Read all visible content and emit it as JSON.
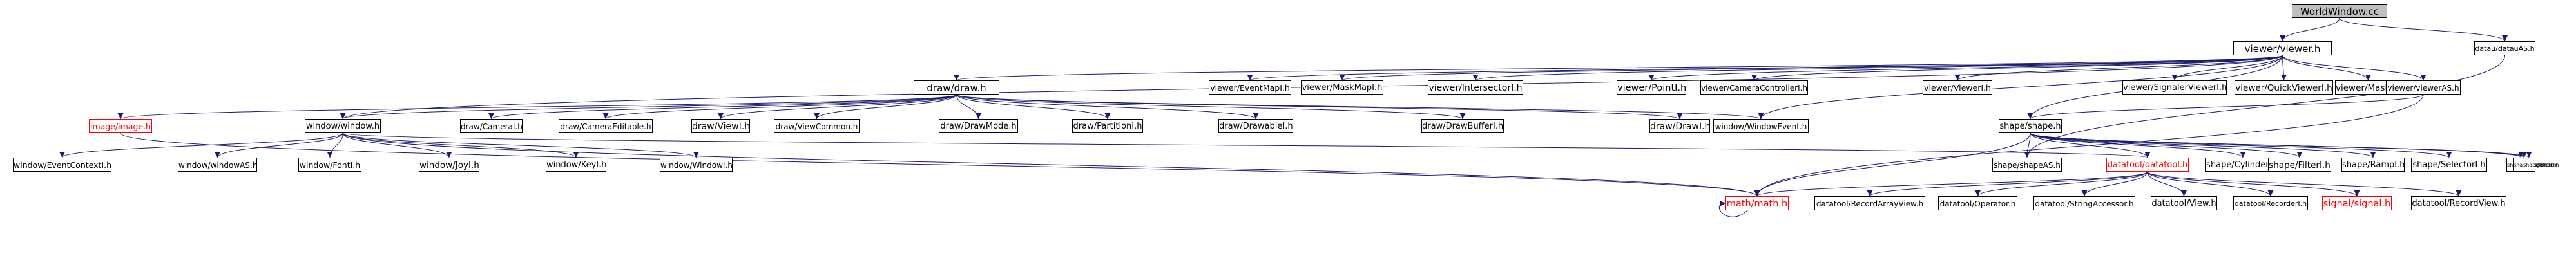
{
  "graph": {
    "nodes": [
      {
        "id": "root",
        "label": "WorldWindow.cc",
        "kind": "root"
      },
      {
        "id": "viewer",
        "label": "viewer/viewer.h",
        "kind": "normal"
      },
      {
        "id": "datauAS",
        "label": "datau/datauAS.h",
        "kind": "normal"
      },
      {
        "id": "draw",
        "label": "draw/draw.h",
        "kind": "normal"
      },
      {
        "id": "eventmap",
        "label": "viewer/EventMapI.h",
        "kind": "normal"
      },
      {
        "id": "maskmap",
        "label": "viewer/MaskMapI.h",
        "kind": "normal"
      },
      {
        "id": "intersector",
        "label": "viewer/IntersectorI.h",
        "kind": "normal"
      },
      {
        "id": "point",
        "label": "viewer/PointI.h",
        "kind": "normal"
      },
      {
        "id": "camctl",
        "label": "viewer/CameraControllerI.h",
        "kind": "normal"
      },
      {
        "id": "viewerI",
        "label": "viewer/ViewerI.h",
        "kind": "normal"
      },
      {
        "id": "sigviewer",
        "label": "viewer/SignalerViewerI.h",
        "kind": "normal"
      },
      {
        "id": "quickviewer",
        "label": "viewer/QuickViewerI.h",
        "kind": "normal"
      },
      {
        "id": "mask",
        "label": "viewer/MaskI.h",
        "kind": "normal"
      },
      {
        "id": "viewerAS",
        "label": "viewer/viewerAS.h",
        "kind": "normal"
      },
      {
        "id": "image",
        "label": "image/image.h",
        "kind": "missing"
      },
      {
        "id": "window",
        "label": "window/window.h",
        "kind": "normal"
      },
      {
        "id": "camera",
        "label": "draw/CameraI.h",
        "kind": "normal"
      },
      {
        "id": "cameditable",
        "label": "draw/CameraEditable.h",
        "kind": "normal"
      },
      {
        "id": "view",
        "label": "draw/ViewI.h",
        "kind": "normal"
      },
      {
        "id": "viewcommon",
        "label": "draw/ViewCommon.h",
        "kind": "normal"
      },
      {
        "id": "drawmode",
        "label": "draw/DrawMode.h",
        "kind": "normal"
      },
      {
        "id": "partition",
        "label": "draw/PartitionI.h",
        "kind": "normal"
      },
      {
        "id": "drawable",
        "label": "draw/DrawableI.h",
        "kind": "normal"
      },
      {
        "id": "drawbuffer",
        "label": "draw/DrawBufferI.h",
        "kind": "normal"
      },
      {
        "id": "drawI",
        "label": "draw/DrawI.h",
        "kind": "normal"
      },
      {
        "id": "windowevent",
        "label": "window/WindowEvent.h",
        "kind": "normal"
      },
      {
        "id": "shape",
        "label": "shape/shape.h",
        "kind": "normal"
      },
      {
        "id": "evtctx",
        "label": "window/EventContextI.h",
        "kind": "normal"
      },
      {
        "id": "windowAS",
        "label": "window/windowAS.h",
        "kind": "normal"
      },
      {
        "id": "font",
        "label": "window/FontI.h",
        "kind": "normal"
      },
      {
        "id": "joy",
        "label": "window/JoyI.h",
        "kind": "normal"
      },
      {
        "id": "key",
        "label": "window/KeyI.h",
        "kind": "normal"
      },
      {
        "id": "windowI",
        "label": "window/WindowI.h",
        "kind": "normal"
      },
      {
        "id": "shapeAS",
        "label": "shape/shapeAS.h",
        "kind": "normal"
      },
      {
        "id": "datatool",
        "label": "datatool/datatool.h",
        "kind": "missing"
      },
      {
        "id": "cylinder",
        "label": "shape/CylinderI.h",
        "kind": "normal"
      },
      {
        "id": "filter",
        "label": "shape/FilterI.h",
        "kind": "normal"
      },
      {
        "id": "ramp",
        "label": "shape/RampI.h",
        "kind": "normal"
      },
      {
        "id": "selector",
        "label": "shape/SelectorI.h",
        "kind": "normal"
      },
      {
        "id": "strfilter",
        "label": "shape/StringFilterI.h",
        "kind": "normal"
      },
      {
        "id": "sphere",
        "label": "shape/Sphere.h",
        "kind": "normal"
      },
      {
        "id": "disk",
        "label": "shape/Disk.h",
        "kind": "normal"
      },
      {
        "id": "math",
        "label": "math/math.h",
        "kind": "missing"
      },
      {
        "id": "recarrview",
        "label": "datatool/RecordArrayView.h",
        "kind": "normal"
      },
      {
        "id": "operator",
        "label": "datatool/Operator.h",
        "kind": "normal"
      },
      {
        "id": "stracc",
        "label": "datatool/StringAccessor.h",
        "kind": "normal"
      },
      {
        "id": "dtview",
        "label": "datatool/View.h",
        "kind": "normal"
      },
      {
        "id": "recorder",
        "label": "datatool/RecorderI.h",
        "kind": "normal"
      },
      {
        "id": "signal",
        "label": "signal/signal.h",
        "kind": "missing"
      },
      {
        "id": "recview",
        "label": "datatool/RecordView.h",
        "kind": "normal"
      }
    ],
    "edges": [
      [
        "root",
        "viewer"
      ],
      [
        "root",
        "datauAS"
      ],
      [
        "viewer",
        "draw"
      ],
      [
        "viewer",
        "eventmap"
      ],
      [
        "viewer",
        "maskmap"
      ],
      [
        "viewer",
        "intersector"
      ],
      [
        "viewer",
        "point"
      ],
      [
        "viewer",
        "camctl"
      ],
      [
        "viewer",
        "viewerI"
      ],
      [
        "viewer",
        "sigviewer"
      ],
      [
        "viewer",
        "quickviewer"
      ],
      [
        "viewer",
        "mask"
      ],
      [
        "viewer",
        "viewerAS"
      ],
      [
        "viewer",
        "window"
      ],
      [
        "viewer",
        "shape"
      ],
      [
        "viewer",
        "windowevent"
      ],
      [
        "datauAS",
        "shapeAS"
      ],
      [
        "draw",
        "image"
      ],
      [
        "draw",
        "window"
      ],
      [
        "draw",
        "camera"
      ],
      [
        "draw",
        "cameditable"
      ],
      [
        "draw",
        "view"
      ],
      [
        "draw",
        "viewcommon"
      ],
      [
        "draw",
        "drawmode"
      ],
      [
        "draw",
        "partition"
      ],
      [
        "draw",
        "drawable"
      ],
      [
        "draw",
        "drawbuffer"
      ],
      [
        "draw",
        "drawI"
      ],
      [
        "draw",
        "windowevent"
      ],
      [
        "viewerAS",
        "shape"
      ],
      [
        "viewerAS",
        "math"
      ],
      [
        "image",
        "math"
      ],
      [
        "window",
        "evtctx"
      ],
      [
        "window",
        "windowAS"
      ],
      [
        "window",
        "font"
      ],
      [
        "window",
        "joy"
      ],
      [
        "window",
        "key"
      ],
      [
        "window",
        "windowI"
      ],
      [
        "window",
        "math"
      ],
      [
        "window",
        "datatool"
      ],
      [
        "shape",
        "shapeAS"
      ],
      [
        "shape",
        "datatool"
      ],
      [
        "shape",
        "cylinder"
      ],
      [
        "shape",
        "filter"
      ],
      [
        "shape",
        "ramp"
      ],
      [
        "shape",
        "selector"
      ],
      [
        "shape",
        "strfilter"
      ],
      [
        "shape",
        "sphere"
      ],
      [
        "shape",
        "disk"
      ],
      [
        "shape",
        "math"
      ],
      [
        "datatool",
        "math"
      ],
      [
        "datatool",
        "recarrview"
      ],
      [
        "datatool",
        "operator"
      ],
      [
        "datatool",
        "stracc"
      ],
      [
        "datatool",
        "dtview"
      ],
      [
        "datatool",
        "recorder"
      ],
      [
        "datatool",
        "signal"
      ],
      [
        "datatool",
        "recview"
      ],
      [
        "math",
        "math"
      ]
    ]
  }
}
